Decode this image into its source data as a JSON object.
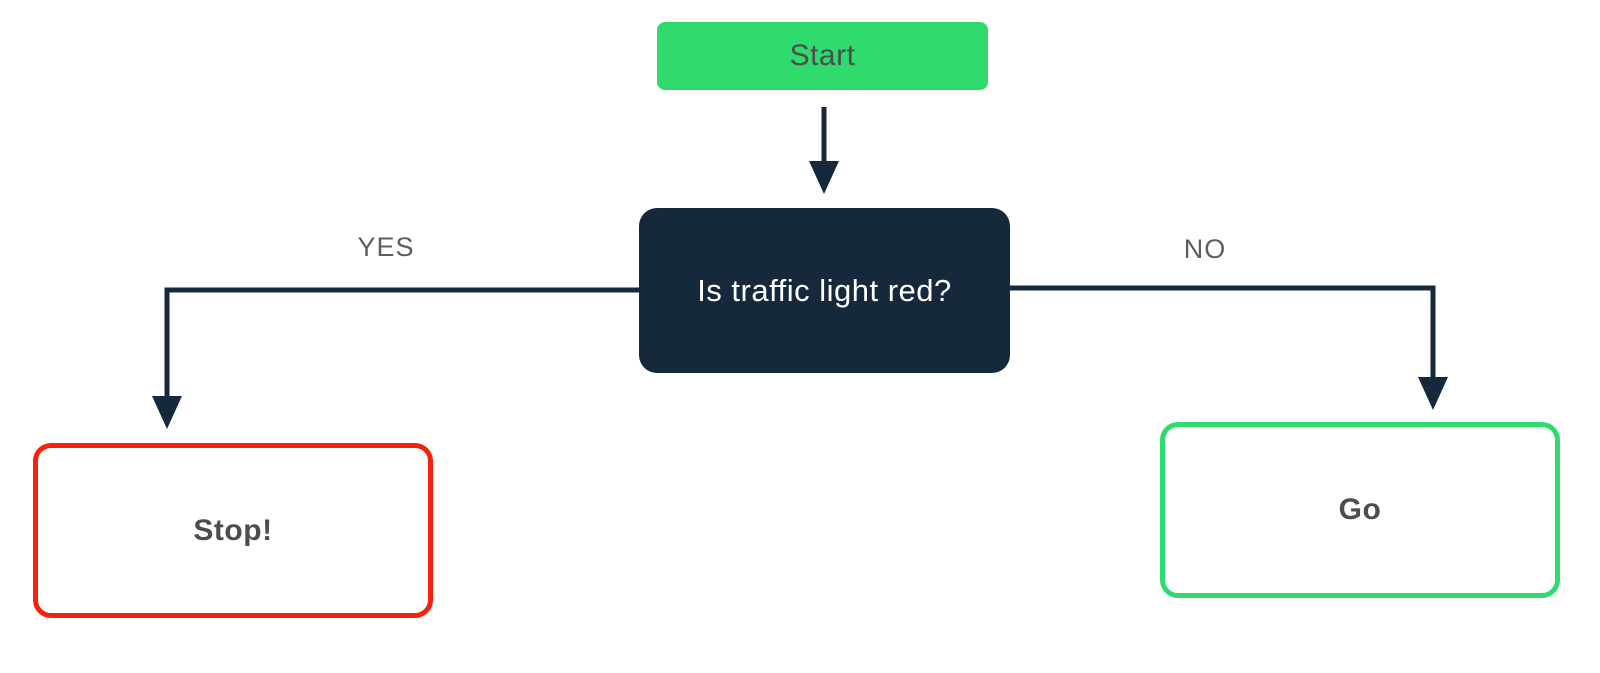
{
  "colors": {
    "background": "#ffffff",
    "green": "#2edb6c",
    "navy": "#16293c",
    "red": "#f4220d",
    "decision_text": "#ffffff",
    "node_text_dark": "#4c4d4f",
    "label_gray": "#5e5e5e"
  },
  "flowchart": {
    "nodes": {
      "start": {
        "label": "Start"
      },
      "decision": {
        "label": "Is traffic light red?"
      },
      "stop": {
        "label": "Stop!"
      },
      "go": {
        "label": "Go"
      }
    },
    "branches": {
      "yes": {
        "label": "YES"
      },
      "no": {
        "label": "NO"
      }
    }
  }
}
